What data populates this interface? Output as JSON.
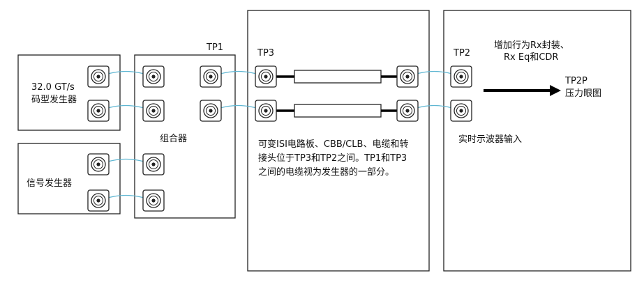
{
  "labels": {
    "pattern_gen": [
      "32.0 GT/s",
      "码型发生器"
    ],
    "signal_gen": "信号发生器",
    "combiner": "组合器",
    "tp1": "TP1",
    "tp3": "TP3",
    "tp2": "TP2",
    "isi_description": "可变ISI电路板、CBB/CLB、电缆和转接头位于TP3和TP2之间。TP1和TP3之间的电缆视为发生器的一部分。",
    "scope_input": "实时示波器输入",
    "rx_processing": [
      "增加行为Rx封装、",
      "Rx Eq和CDR"
    ],
    "tp2p": [
      "TP2P",
      "压力眼图"
    ]
  },
  "colors": {
    "box_border": "#222222",
    "cable": "#5fb6d2",
    "trace": "#000000",
    "arrow": "#000000"
  }
}
